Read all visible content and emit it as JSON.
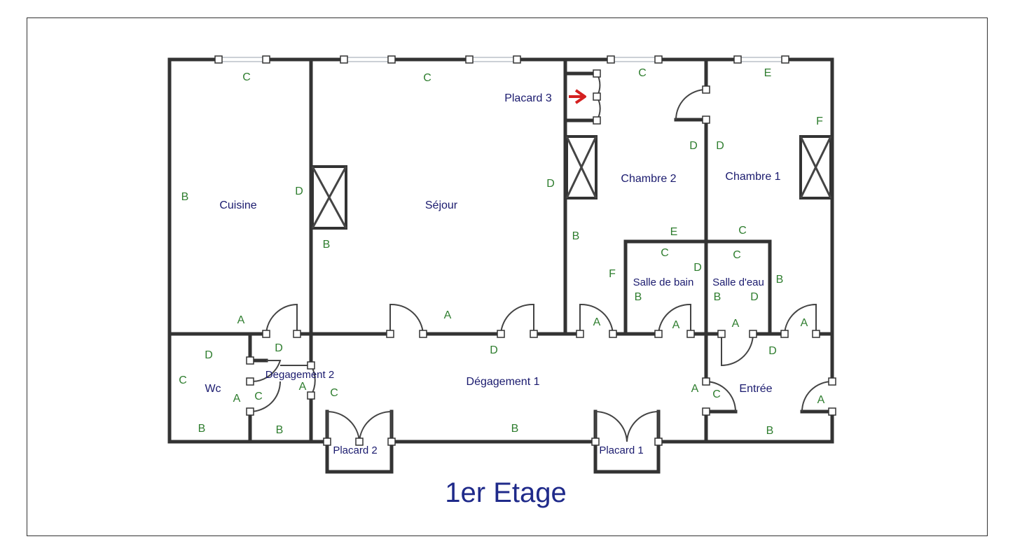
{
  "title": "1er Etage",
  "rooms": {
    "cuisine": "Cuisine",
    "sejour": "Séjour",
    "chambre2": "Chambre  2",
    "chambre1": "Chambre  1",
    "placard3": "Placard 3",
    "salle_de_bain": "Salle de bain",
    "salle_deau": "Salle d'eau",
    "degagement2": "Degagement 2",
    "wc": "Wc",
    "degagement1": "Dégagement 1",
    "entree": "Entrée",
    "placard2": "Placard 2",
    "placard1": "Placard 1"
  },
  "wall_labels": {
    "cuisine_top": "C",
    "cuisine_left": "B",
    "cuisine_right": "D",
    "cuisine_bottom": "A",
    "sejour_top": "C",
    "sejour_left": "B",
    "sejour_bottom_1": "A",
    "sejour_bottom_2": "D",
    "ch2_top": "C",
    "ch2_left": "D",
    "ch2_left2": "B",
    "ch2_right": "D",
    "ch2_f": "F",
    "ch2_a": "A",
    "ch1_top": "E",
    "ch1_right": "F",
    "ch1_left": "D",
    "sdb_top_e": "E",
    "sdb_top_c": "C",
    "sdb_left": "B",
    "sdb_right": "D",
    "sdb_bottom": "A",
    "sde_top_c1": "C",
    "sde_top_c2": "C",
    "sde_left": "B",
    "sde_right_b": "B",
    "sde_right_d": "D",
    "sde_bottom": "A",
    "ent_a1": "A",
    "ent_d": "D",
    "ent_a2": "A",
    "ent_c": "C",
    "ent_a3": "A",
    "ent_bottom": "B",
    "wc_top": "D",
    "wc_left": "C",
    "wc_a": "A",
    "wc_c": "C",
    "wc_bottom1": "B",
    "wc_bottom2": "B",
    "deg2_d": "D",
    "deg2_a": "A",
    "deg2_c": "C",
    "deg1_bottom": "B"
  },
  "colors": {
    "room_text": "#1a1a6e",
    "wall_label_text": "#2e7d2e",
    "title_text": "#1f2a8a",
    "arrow": "#d42020"
  }
}
